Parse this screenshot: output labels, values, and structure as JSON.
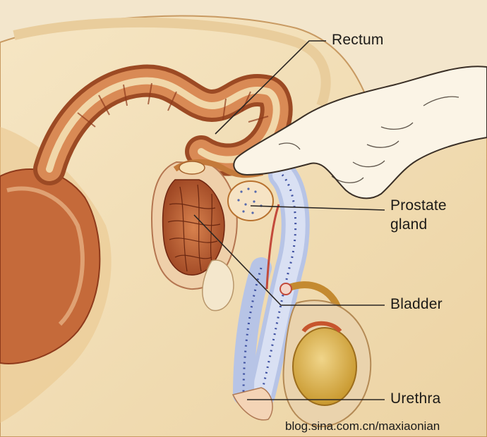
{
  "labels": {
    "rectum": "Rectum",
    "prostate_line1": "Prostate",
    "prostate_line2": "gland",
    "bladder": "Bladder",
    "urethra": "Urethra"
  },
  "watermark": "blog.sina.com.cn/maxiaonian",
  "colors": {
    "paper": "#f3e6cc",
    "body_fill": "#f4e3c0",
    "body_shadow": "#e6c58f",
    "muscle": "#c56a3a",
    "muscle_dark": "#8e3a1b",
    "prostate_pattern": "#7a2c12",
    "urethra_blue": "#3d4fa0",
    "testis": "#d9b25a",
    "leader_line": "#2a2623"
  },
  "icons": {
    "hand": "finger-hand-illustration",
    "bladder": "bladder-illustration",
    "prostate": "prostate-illustration",
    "rectum": "rectum-illustration",
    "testis": "testis-illustration"
  }
}
